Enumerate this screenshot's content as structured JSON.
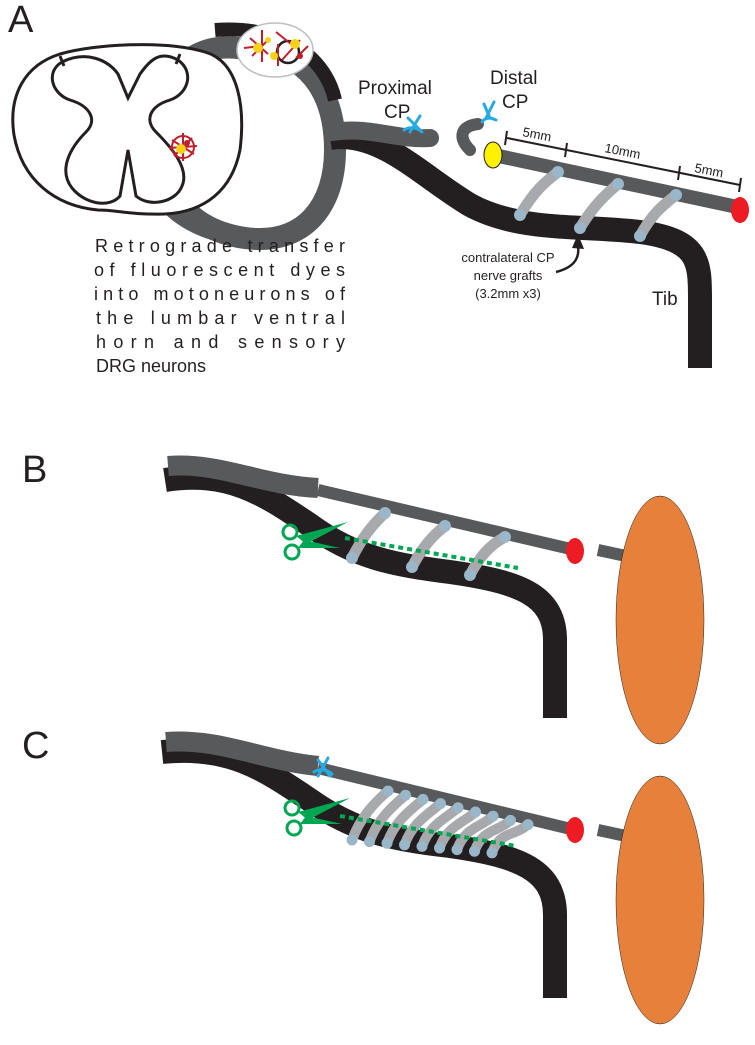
{
  "panels": {
    "a": "A",
    "b": "B",
    "c": "C"
  },
  "labels": {
    "proximal_1": "Proximal",
    "proximal_2": "CP",
    "distal_1": "Distal",
    "distal_2": "CP",
    "tib": "Tib",
    "len_a": "5mm",
    "len_b": "10mm",
    "len_c": "5mm",
    "graft_1": "contralateral CP",
    "graft_2": "nerve grafts",
    "graft_3": "(3.2mm x3)"
  },
  "caption": [
    "Retrograde transfer",
    "of fluorescent dyes",
    "into motoneurons of",
    "the lumbar ventral",
    "horn and sensory",
    "DRG neurons"
  ],
  "colors": {
    "tib_nerve": "#231f20",
    "cp_nerve": "#58595b",
    "graft": "#a7a9ac",
    "graft_end": "#9ab6c9",
    "clip": "#27aae1",
    "proximal_end": "#fff200",
    "distal_end": "#ed1c24",
    "scissors": "#00a651",
    "cut_line": "#00a651",
    "muscle": "#e6803a",
    "dye_red": "#be1e2d",
    "dye_yellow": "#f7d117"
  },
  "icons": [
    "spinal-cord-cross-section",
    "drg",
    "clip-icon",
    "scissors-icon",
    "muscle"
  ]
}
